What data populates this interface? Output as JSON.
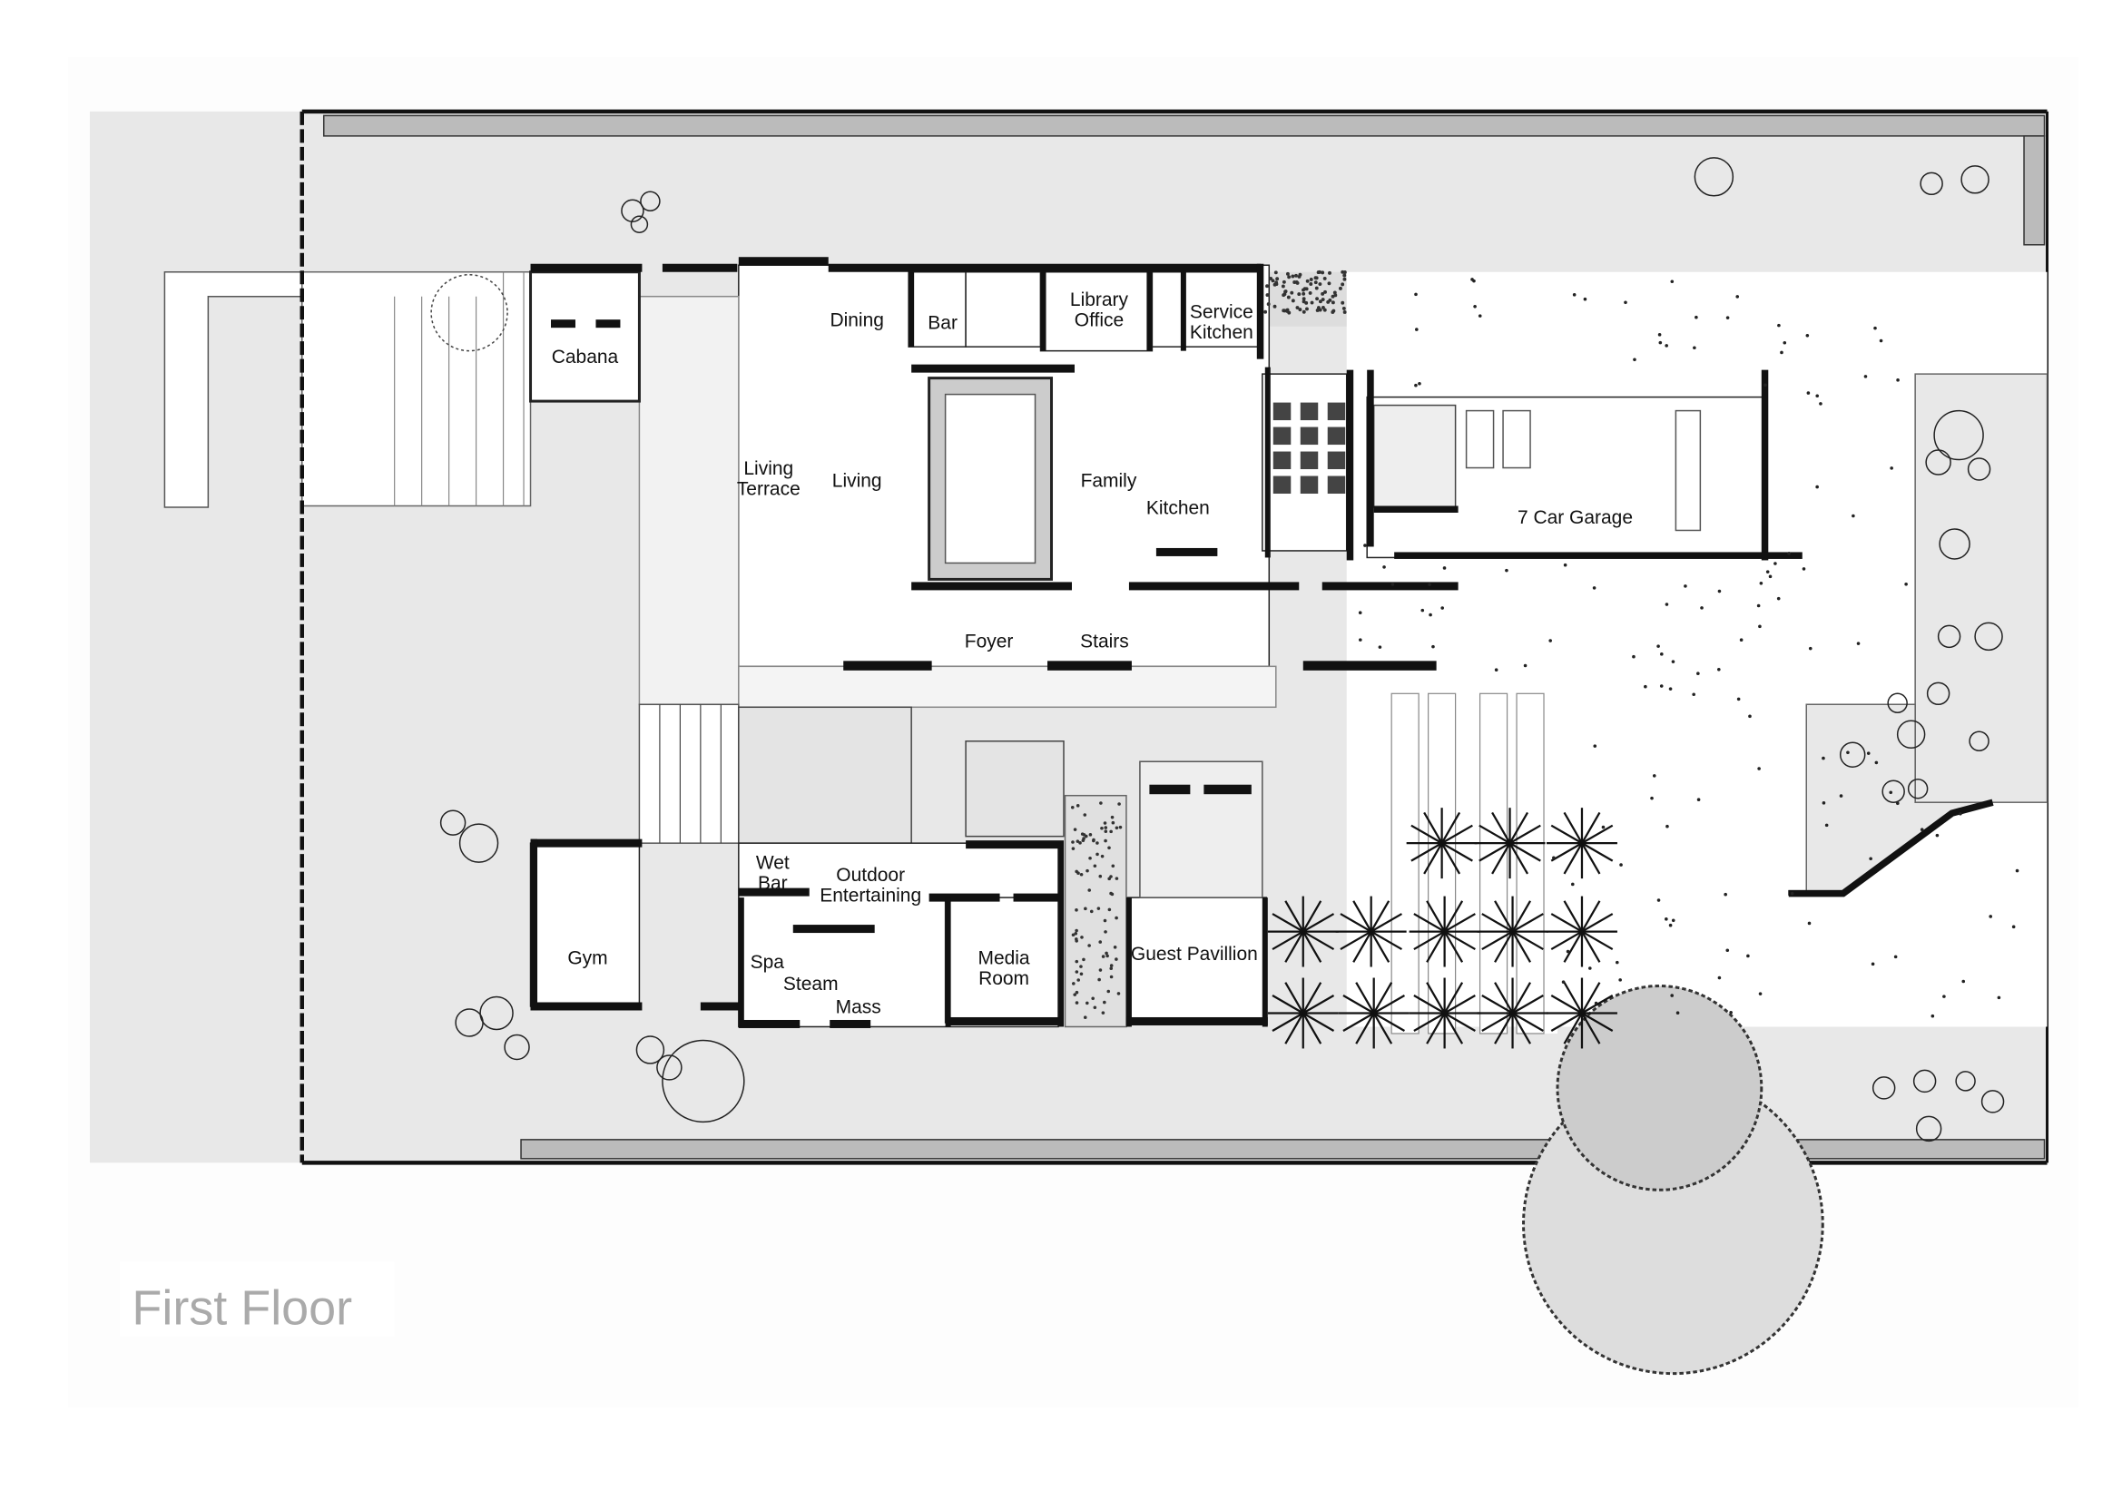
{
  "plan": {
    "title": "First Floor",
    "rooms": {
      "cabana": "Cabana",
      "dining": "Dining",
      "bar": "Bar",
      "library_1": "Library",
      "library_2": "Office",
      "service_1": "Service",
      "service_2": "Kitchen",
      "living_terrace_1": "Living",
      "living_terrace_2": "Terrace",
      "living": "Living",
      "family": "Family",
      "kitchen": "Kitchen",
      "garage": "7 Car Garage",
      "foyer": "Foyer",
      "stairs": "Stairs",
      "wet_bar_1": "Wet",
      "wet_bar_2": "Bar",
      "outdoor_1": "Outdoor",
      "outdoor_2": "Entertaining",
      "gym": "Gym",
      "spa": "Spa",
      "steam": "Steam",
      "mass": "Mass",
      "media_1": "Media",
      "media_2": "Room",
      "guest": "Guest Pavillion"
    }
  }
}
